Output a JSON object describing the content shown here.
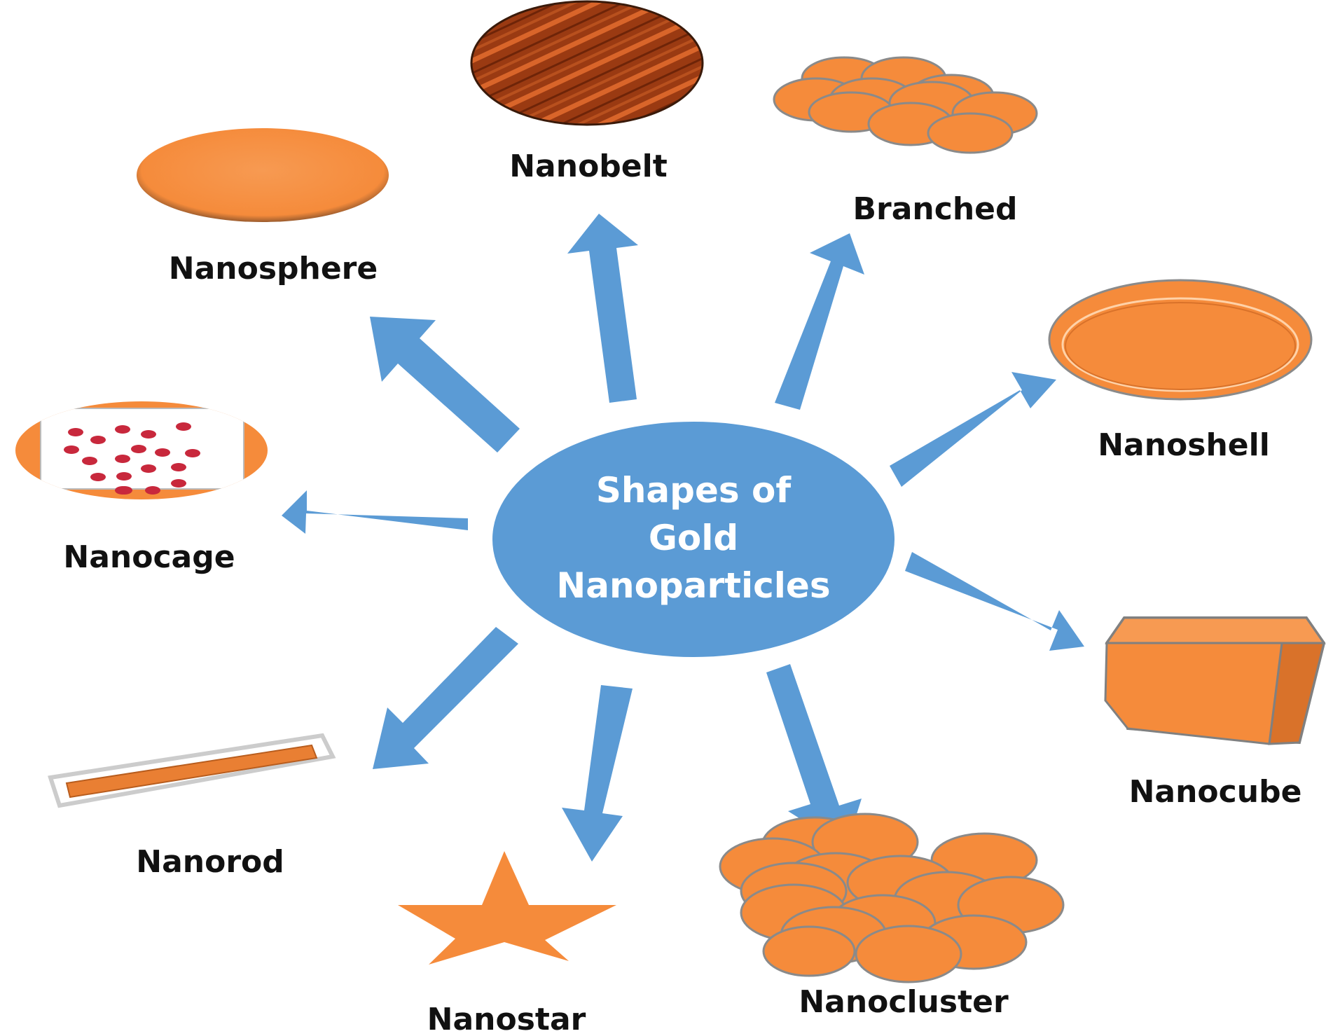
{
  "center": {
    "lines": [
      "Shapes of",
      "Gold",
      "Nanoparticles"
    ]
  },
  "labels": {
    "nanobelt": "Nanobelt",
    "branched": "Branched",
    "nanosphere": "Nanosphere",
    "nanoshell": "Nanoshell",
    "nanocage": "Nanocage",
    "nanocube": "Nanocube",
    "nanorod": "Nanorod",
    "nanostar": "Nanostar",
    "nanocluster": "Nanocluster"
  },
  "colors": {
    "hub": "#5b9bd5",
    "arrow": "#5b9bd5",
    "shape": "#f58b3b",
    "shape_dark": "#d9722a",
    "outline": "#8a8a8a",
    "belt": "#9a3a12",
    "cage_dot": "#c8283c"
  }
}
